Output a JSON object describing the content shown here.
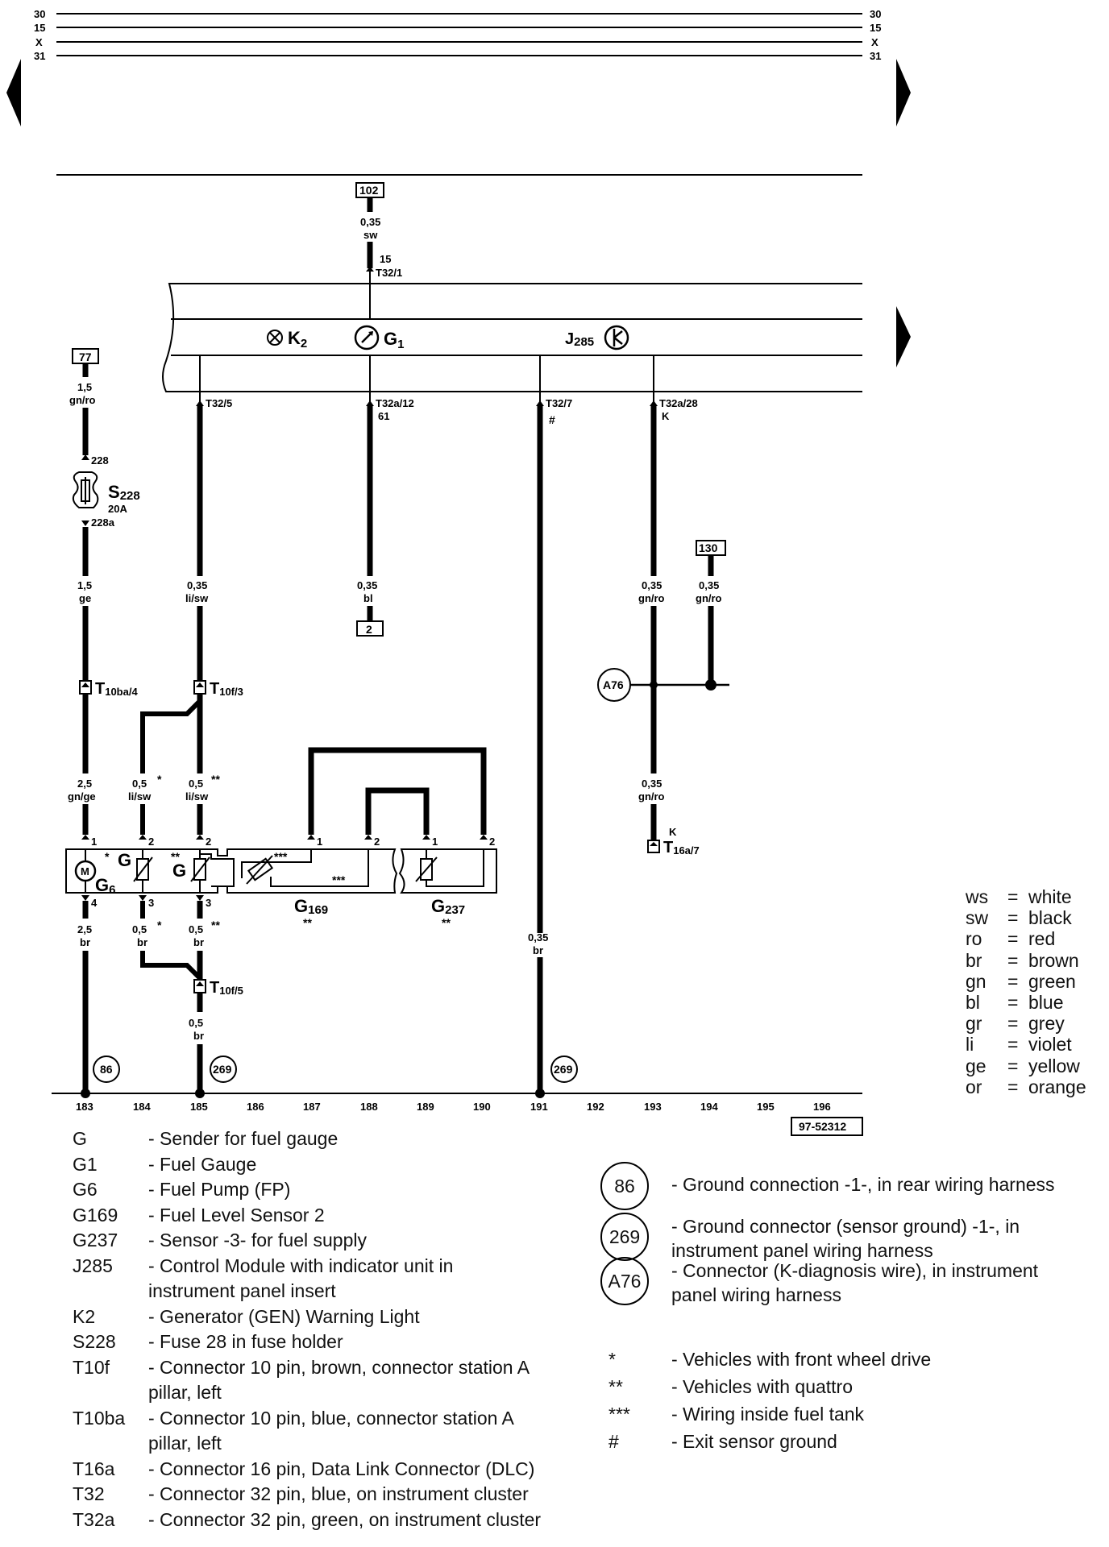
{
  "rails": {
    "labels": [
      "30",
      "15",
      "X",
      "31"
    ]
  },
  "diagram_number": "97-52312",
  "column_numbers": [
    "183",
    "184",
    "185",
    "186",
    "187",
    "188",
    "189",
    "190",
    "191",
    "192",
    "193",
    "194",
    "195",
    "196"
  ],
  "components": {
    "k2_label": "K",
    "k2_sub": "2",
    "g1_label": "G",
    "g1_sub": "1",
    "j285_label": "J",
    "j285_sub": "285",
    "s228_label": "S",
    "s228_sub": "228",
    "s228_rating": "20A",
    "g6_label": "G",
    "g6_sub": "6",
    "g_label_1": "G",
    "g_label_2": "G",
    "g169_label": "G",
    "g169_sub": "169",
    "g237_label": "G",
    "g237_sub": "237",
    "motor_letter": "M"
  },
  "references": {
    "ref_102": "102",
    "ref_77": "77",
    "ref_2": "2",
    "ref_130": "130"
  },
  "connectors": {
    "t32_1_pin": "15",
    "t32_1": "T32/1",
    "t32_5": "T32/5",
    "t32a_12": "T32a/12",
    "t32a_12_pin": "61",
    "t32_7": "T32/7",
    "t32_7_mark": "#",
    "t32a_28": "T32a/28",
    "t32a_28_pin": "K",
    "fuse_in": "228",
    "fuse_out": "228a",
    "t10ba_4_main": "T",
    "t10ba_4_sub": "10ba/4",
    "t10f_3_main": "T",
    "t10f_3_sub": "10f/3",
    "t10f_5_main": "T",
    "t10f_5_sub": "10f/5",
    "t16a_7_pin": "K",
    "t16a_7_main": "T",
    "t16a_7_sub": "16a/7"
  },
  "wires": {
    "w102_size": "0,35",
    "w102_color": "sw",
    "w77_size": "1,5",
    "w77_color": "gn/ro",
    "w_fuse_size": "1,5",
    "w_fuse_color": "ge",
    "w185_size": "0,35",
    "w185_color": "li/sw",
    "w188_size": "0,35",
    "w188_color": "bl",
    "w193_size": "0,35",
    "w193_color": "gn/ro",
    "w194_size": "0,35",
    "w194_color": "gn/ro",
    "w183_low_size": "2,5",
    "w183_low_color": "gn/ge",
    "w184_size": "0,5",
    "w184_color": "li/sw",
    "w184_mark": "*",
    "w185b_size": "0,5",
    "w185b_color": "li/sw",
    "w185b_mark": "**",
    "w193b_size": "0,35",
    "w193b_color": "gn/ro",
    "w183_br_size": "2,5",
    "w183_br_color": "br",
    "w184_br_size": "0,5",
    "w184_br_color": "br",
    "w184_br_mark": "*",
    "w185_br_size": "0,5",
    "w185_br_color": "br",
    "w185_br_mark": "**",
    "w191_size": "0,35",
    "w191_color": "br",
    "w185_br2_size": "0,5",
    "w185_br2_color": "br"
  },
  "pins": {
    "p1": "1",
    "p2": "2",
    "p3": "3",
    "p4": "4"
  },
  "marks": {
    "star1": "*",
    "star2": "**",
    "star3": "***",
    "g169_mark": "**",
    "g237_mark": "**"
  },
  "grounds": {
    "g86": "86",
    "g269": "269",
    "g269b": "269",
    "a76": "A76"
  },
  "legend": [
    {
      "code": "G",
      "desc": "- Sender for fuel gauge"
    },
    {
      "code": "G1",
      "desc": "- Fuel Gauge"
    },
    {
      "code": "G6",
      "desc": "- Fuel Pump (FP)"
    },
    {
      "code": "G169",
      "desc": "- Fuel Level Sensor 2"
    },
    {
      "code": "G237",
      "desc": "- Sensor -3- for fuel supply"
    },
    {
      "code": "J285",
      "desc": "- Control Module with indicator unit in\n  instrument panel insert"
    },
    {
      "code": "K2",
      "desc": "- Generator (GEN) Warning Light"
    },
    {
      "code": "S228",
      "desc": "- Fuse 28 in fuse holder"
    },
    {
      "code": "T10f",
      "desc": "- Connector 10 pin, brown, connector station A\n  pillar, left"
    },
    {
      "code": "T10ba",
      "desc": "- Connector 10 pin, blue, connector station A\n  pillar, left"
    },
    {
      "code": "T16a",
      "desc": "- Connector 16 pin, Data Link Connector (DLC)"
    },
    {
      "code": "T32",
      "desc": "- Connector 32 pin, blue, on  instrument cluster"
    },
    {
      "code": "T32a",
      "desc": "- Connector 32 pin, green, on  instrument cluster"
    }
  ],
  "ground_legend": [
    {
      "symbol": "86",
      "desc": "- Ground connection -1-, in rear wiring harness"
    },
    {
      "symbol": "269",
      "desc": "- Ground connector (sensor ground) -1-, in\n  instrument panel wiring harness"
    },
    {
      "symbol": "A76",
      "desc": "- Connector (K-diagnosis wire), in instrument\n  panel wiring harness"
    }
  ],
  "notes": [
    {
      "symbol": "*",
      "desc": "- Vehicles with front wheel drive"
    },
    {
      "symbol": "**",
      "desc": "- Vehicles with quattro"
    },
    {
      "symbol": "***",
      "desc": "- Wiring inside fuel tank"
    },
    {
      "symbol": "#",
      "desc": "- Exit sensor ground"
    }
  ],
  "color_codes": [
    {
      "abbr": "ws",
      "name": "white"
    },
    {
      "abbr": "sw",
      "name": "black"
    },
    {
      "abbr": "ro",
      "name": "red"
    },
    {
      "abbr": "br",
      "name": "brown"
    },
    {
      "abbr": "gn",
      "name": "green"
    },
    {
      "abbr": "bl",
      "name": "blue"
    },
    {
      "abbr": "gr",
      "name": "grey"
    },
    {
      "abbr": "li",
      "name": "violet"
    },
    {
      "abbr": "ge",
      "name": "yellow"
    },
    {
      "abbr": "or",
      "name": "orange"
    }
  ]
}
